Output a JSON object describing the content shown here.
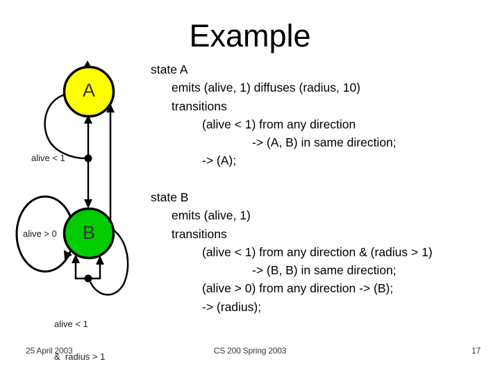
{
  "slide": {
    "title": "Example",
    "footer": {
      "date": "25 April 2003",
      "course": "CS 200 Spring 2003",
      "page_number": "17"
    }
  },
  "diagram": {
    "state_a": {
      "label": "A",
      "fill": "#FFFF00"
    },
    "state_b": {
      "label": "B",
      "fill": "#00CC00"
    },
    "stroke_color": "#000000",
    "labels": {
      "a_transition_condition": "alive < 1",
      "b_self_loop_condition": "alive > 0",
      "b_transition_condition_line1": "alive < 1",
      "b_transition_condition_line2": "&  radius > 1"
    }
  },
  "code": {
    "state_a": {
      "lines": [
        "state A",
        "emits (alive, 1) diffuses (radius, 10)",
        "transitions",
        "(alive < 1) from any direction",
        "-> (A, B) in same direction;",
        "-> (A);"
      ]
    },
    "state_b": {
      "lines": [
        "state B",
        "emits (alive, 1)",
        "transitions",
        "(alive < 1) from any direction & (radius > 1)",
        "-> (B, B) in same direction;",
        "(alive > 0) from any direction -> (B);",
        "-> (radius);"
      ]
    }
  }
}
